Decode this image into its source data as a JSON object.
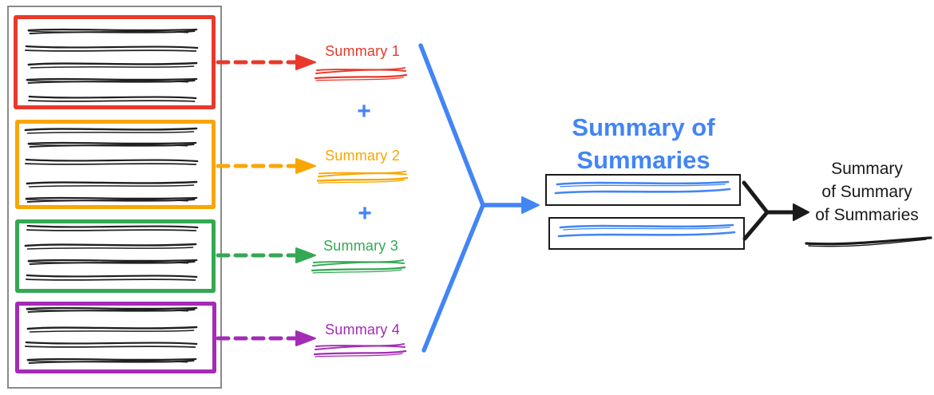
{
  "diagram_type": "map-reduce summarization flow",
  "colors": {
    "red": "#E8392B",
    "yellow": "#F9A602",
    "green": "#34A853",
    "purple": "#A42BB5",
    "blue": "#4285F4",
    "ink": "#1F1F1F",
    "panel_border": "#8A8A8A"
  },
  "document_panel": {
    "chunks": [
      {
        "id": "chunk-1",
        "color": "red",
        "text_line_count": 5
      },
      {
        "id": "chunk-2",
        "color": "yellow",
        "text_line_count": 5
      },
      {
        "id": "chunk-3",
        "color": "green",
        "text_line_count": 4
      },
      {
        "id": "chunk-4",
        "color": "purple",
        "text_line_count": 4
      }
    ]
  },
  "summaries": [
    {
      "label": "Summary 1",
      "color": "red"
    },
    {
      "label": "Summary 2",
      "color": "yellow"
    },
    {
      "label": "Summary 3",
      "color": "green"
    },
    {
      "label": "Summary 4",
      "color": "purple"
    }
  ],
  "plus_sign": "+",
  "summary_of_summaries": {
    "title_line1": "Summary of",
    "title_line2": "Summaries",
    "color": "#4285F4",
    "box_count": 2
  },
  "final_summary": {
    "label_line1": "Summary",
    "label_line2": "of Summary",
    "label_line3": "of Summaries",
    "color": "#1F1F1F"
  }
}
